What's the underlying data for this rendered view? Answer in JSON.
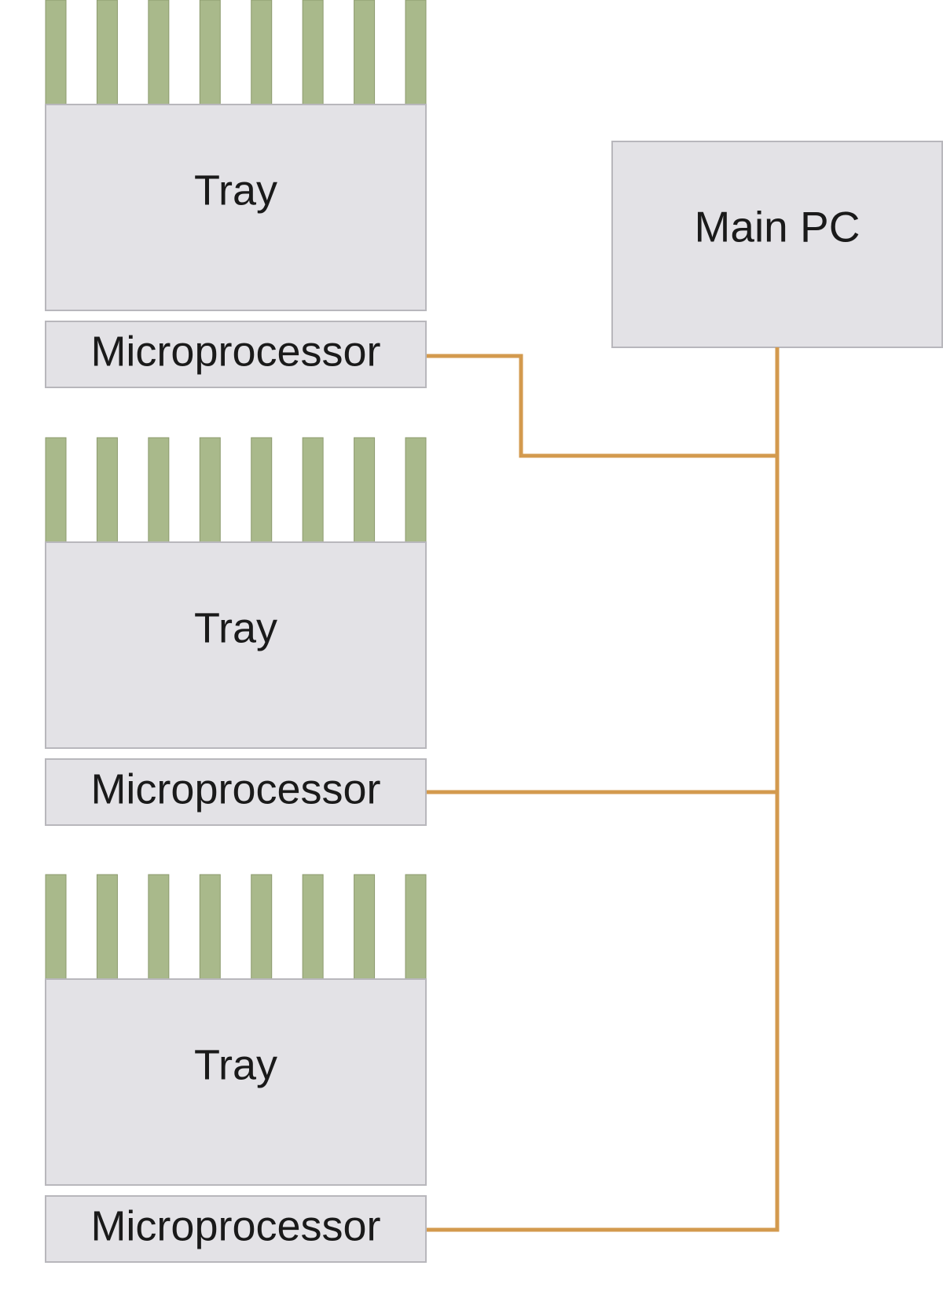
{
  "diagram": {
    "trays": [
      {
        "label": "Tray",
        "microprocessor": "Microprocessor"
      },
      {
        "label": "Tray",
        "microprocessor": "Microprocessor"
      },
      {
        "label": "Tray",
        "microprocessor": "Microprocessor"
      }
    ],
    "main_pc": "Main PC",
    "colors": {
      "box_fill": "#e3e2e6",
      "slot_fill": "#a9b98b",
      "wire": "#d39a4e"
    }
  }
}
